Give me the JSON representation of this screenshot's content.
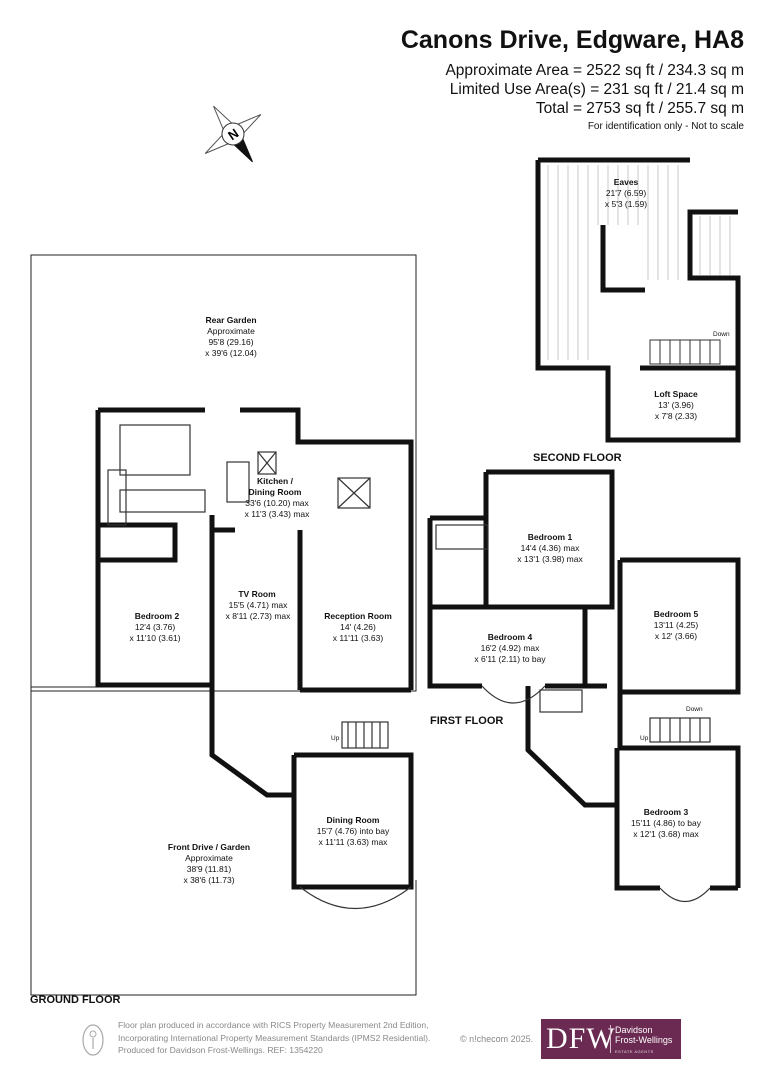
{
  "header": {
    "title": "Canons Drive, Edgware, HA8",
    "approx_area": "Approximate Area = 2522 sq ft / 234.3 sq m",
    "limited_use": "Limited Use Area(s) = 231 sq ft / 21.4 sq m",
    "total": "Total = 2753 sq ft / 255.7 sq m",
    "note": "For identification only - Not to scale"
  },
  "compass": {
    "letter": "N"
  },
  "floors": {
    "ground": "GROUND FLOOR",
    "first": "FIRST FLOOR",
    "second": "SECOND FLOOR"
  },
  "rooms": {
    "rear_garden": {
      "name": "Rear Garden",
      "l1": "Approximate",
      "l2": "95'8 (29.16)",
      "l3": "x 39'6 (12.04)"
    },
    "kitchen": {
      "name": "Kitchen /",
      "name2": "Dining Room",
      "l1": "33'6 (10.20) max",
      "l2": "x 11'3 (3.43) max"
    },
    "tv_room": {
      "name": "TV Room",
      "l1": "15'5 (4.71) max",
      "l2": "x 8'11 (2.73) max"
    },
    "bedroom2": {
      "name": "Bedroom 2",
      "l1": "12'4 (3.76)",
      "l2": "x 11'10 (3.61)"
    },
    "reception": {
      "name": "Reception Room",
      "l1": "14' (4.26)",
      "l2": "x 11'11 (3.63)"
    },
    "dining": {
      "name": "Dining Room",
      "l1": "15'7 (4.76) into bay",
      "l2": "x 11'11 (3.63) max"
    },
    "front_garden": {
      "name": "Front Drive / Garden",
      "l1": "Approximate",
      "l2": "38'9 (11.81)",
      "l3": "x 38'6 (11.73)"
    },
    "bedroom1": {
      "name": "Bedroom 1",
      "l1": "14'4 (4.36) max",
      "l2": "x 13'1 (3.98) max"
    },
    "bedroom4": {
      "name": "Bedroom 4",
      "l1": "16'2 (4.92) max",
      "l2": "x 6'11 (2.11) to bay"
    },
    "bedroom5": {
      "name": "Bedroom 5",
      "l1": "13'11 (4.25)",
      "l2": "x 12' (3.66)"
    },
    "bedroom3": {
      "name": "Bedroom 3",
      "l1": "15'11 (4.86) to bay",
      "l2": "x 12'1 (3.68) max"
    },
    "eaves": {
      "name": "Eaves",
      "l1": "21'7 (6.59)",
      "l2": "x 5'3 (1.59)"
    },
    "loft": {
      "name": "Loft Space",
      "l1": "13' (3.96)",
      "l2": "x 7'8 (2.33)"
    }
  },
  "stairs": {
    "up": "Up",
    "down": "Down"
  },
  "footer": {
    "line1": "Floor plan produced in accordance with RICS Property Measurement 2nd Edition,",
    "line2": "Incorporating International Property Measurement Standards (IPMS2 Residential).",
    "line3": "Produced for Davidson Frost-Wellings.   REF:  1354220",
    "nichecom": "© n!checom 2025.",
    "logo_mono": "DFW",
    "logo_name1": "Davidson",
    "logo_name2": "Frost-Wellings",
    "logo_tag": "ESTATE AGENTS"
  },
  "colors": {
    "wall": "#111111",
    "logo_bg": "#6b2a52",
    "footer_text": "#888888"
  }
}
